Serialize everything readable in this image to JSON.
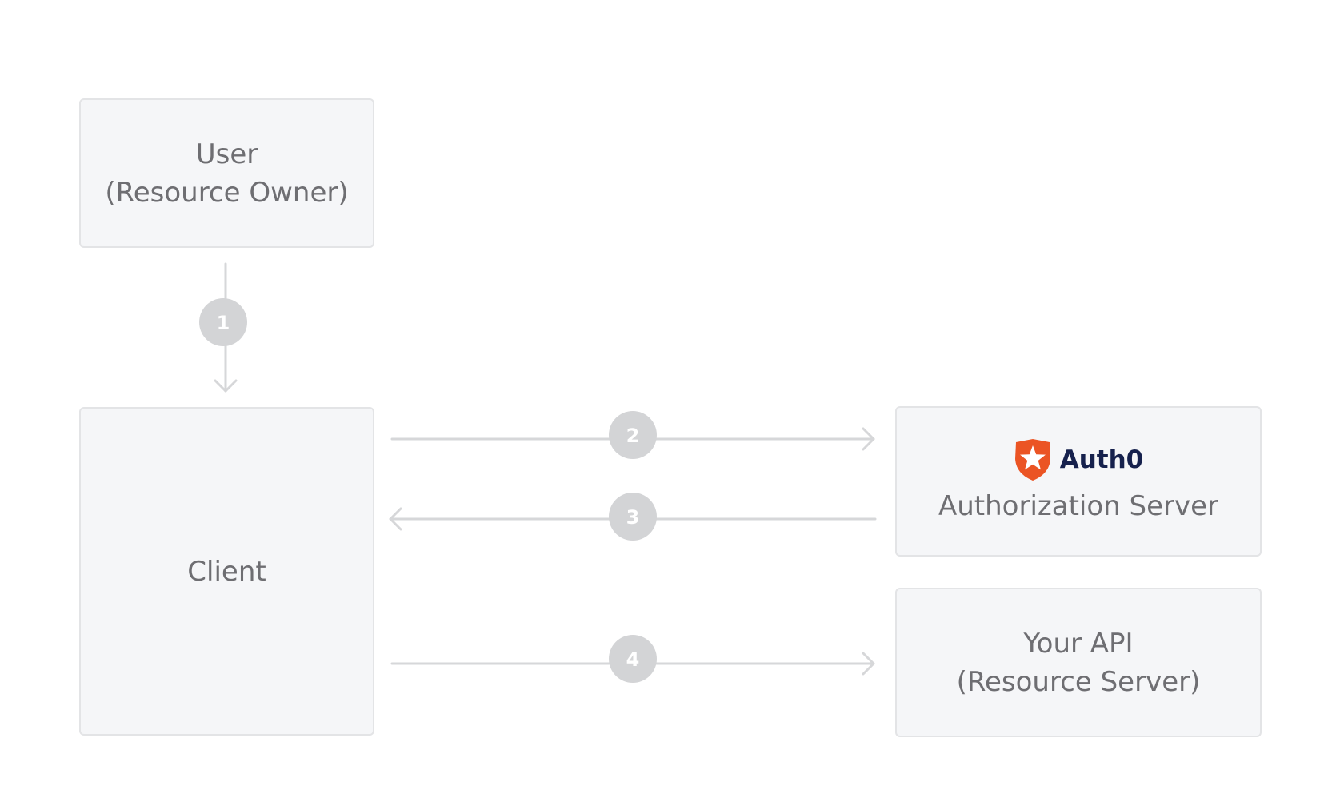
{
  "nodes": {
    "user": {
      "line1": "User",
      "line2": "(Resource Owner)"
    },
    "client": {
      "label": "Client"
    },
    "auth_server": {
      "brand": "Auth0",
      "label": "Authorization Server"
    },
    "api": {
      "line1": "Your API",
      "line2": "(Resource Server)"
    }
  },
  "steps": [
    "1",
    "2",
    "3",
    "4"
  ],
  "colors": {
    "box_fill": "#f5f6f8",
    "box_border": "#e3e4e6",
    "text": "#6e6e72",
    "arrow": "#d6d7d9",
    "badge": "#d3d4d6",
    "brand_orange": "#eb5424",
    "brand_navy": "#16214d"
  },
  "icons": {
    "auth0_logo": "auth0-shield-star-icon"
  }
}
